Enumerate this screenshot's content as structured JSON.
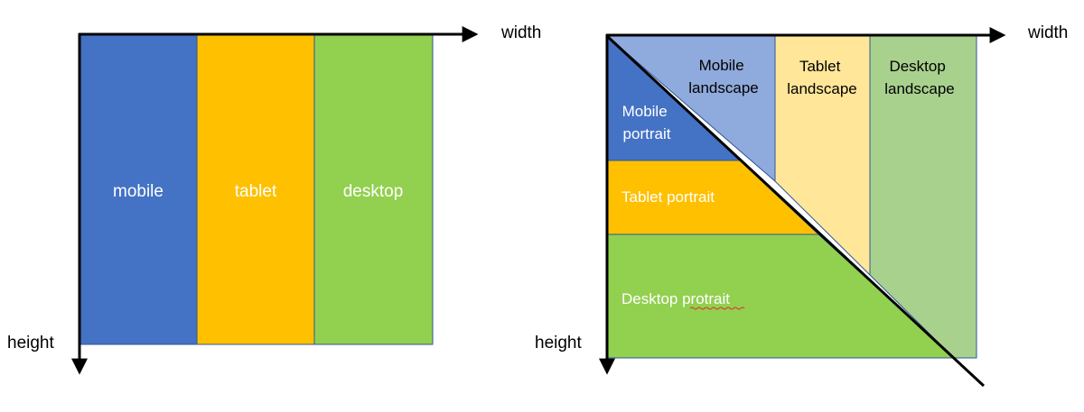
{
  "left": {
    "axis_x_label": "width",
    "axis_y_label": "height",
    "columns": [
      {
        "label": "mobile",
        "color": "#4472c4"
      },
      {
        "label": "tablet",
        "color": "#ffc000"
      },
      {
        "label": "desktop",
        "color": "#92d050"
      }
    ]
  },
  "right": {
    "axis_x_label": "width",
    "axis_y_label": "height",
    "landscape": {
      "mobile_line1": "Mobile",
      "mobile_line2": "landscape",
      "tablet_line1": "Tablet",
      "tablet_line2": "landscape",
      "desktop_line1": "Desktop",
      "desktop_line2": "landscape"
    },
    "portrait": {
      "mobile_line1": "Mobile",
      "mobile_line2": "portrait",
      "tablet": "Tablet portrait",
      "desktop": "Desktop protrait"
    },
    "colors": {
      "mobile_portrait": "#4472c4",
      "mobile_landscape": "#8faadc",
      "tablet_portrait": "#ffc000",
      "tablet_landscape": "#ffe699",
      "desktop_portrait": "#92d050",
      "desktop_landscape": "#a9d18e"
    }
  }
}
